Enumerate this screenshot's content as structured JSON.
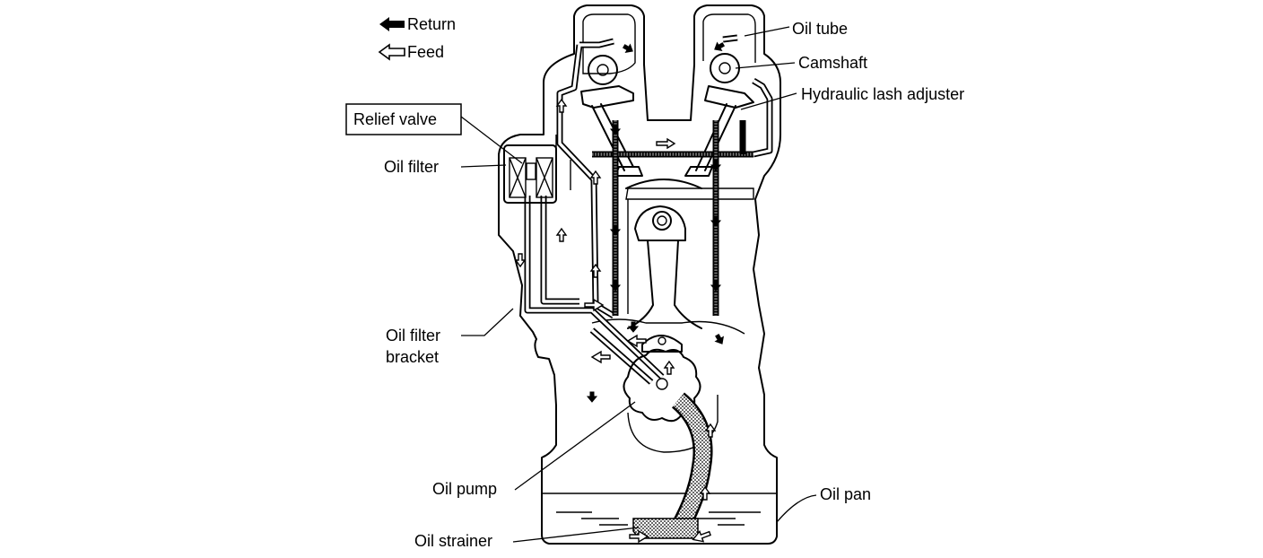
{
  "legend": {
    "return_label": "Return",
    "feed_label": "Feed"
  },
  "labels": {
    "oil_tube": "Oil tube",
    "camshaft": "Camshaft",
    "hydraulic_lash_adjuster": "Hydraulic lash adjuster",
    "relief_valve": "Relief valve",
    "oil_filter": "Oil filter",
    "oil_filter_bracket_line1": "Oil filter",
    "oil_filter_bracket_line2": "bracket",
    "oil_pump": "Oil pump",
    "oil_strainer": "Oil strainer",
    "oil_pan": "Oil pan"
  }
}
